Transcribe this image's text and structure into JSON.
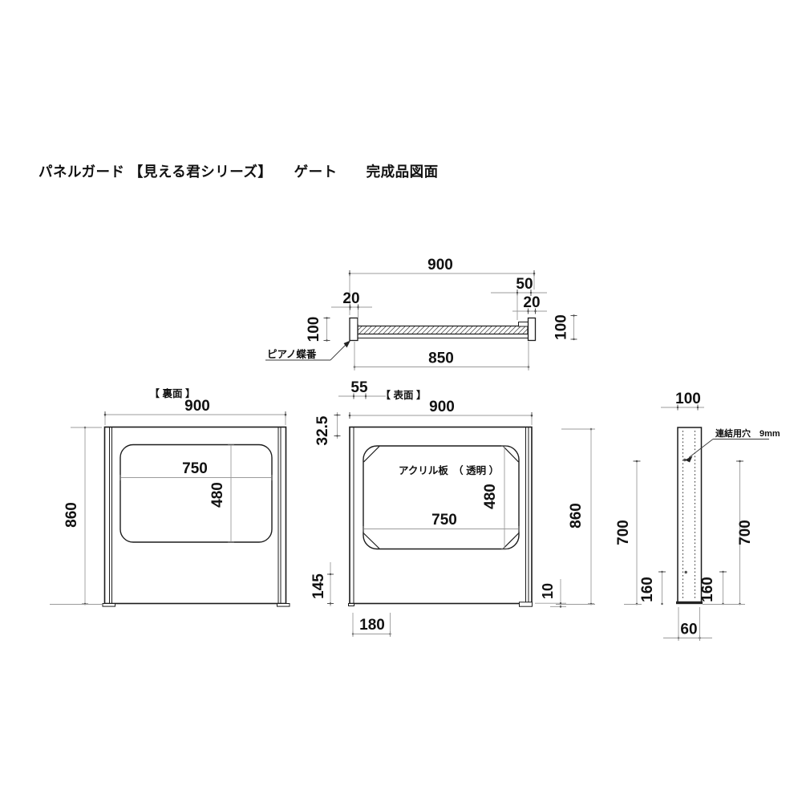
{
  "page": {
    "title": "パネルガード 【見える君シリーズ】　　ゲート　　完成品図面"
  },
  "top_view": {
    "dim_overall_width": "900",
    "dim_right_end": "50",
    "dim_left_cap": "20",
    "dim_right_cap": "20",
    "dim_height_left": "100",
    "dim_height_right": "100",
    "dim_inner_width": "850",
    "hinge_label": "ピアノ蝶番"
  },
  "back_view": {
    "label": "【 裏面 】",
    "dim_width": "900",
    "dim_height": "860",
    "dim_window_width": "750",
    "dim_window_height": "480"
  },
  "front_view": {
    "label": "【 表面 】",
    "dim_width": "900",
    "dim_height": "860",
    "dim_left_offset": "55",
    "dim_top_offset": "32.5",
    "dim_window_width": "750",
    "dim_window_height": "480",
    "dim_bottom_margin": "145",
    "dim_bottom_left": "180",
    "dim_foot": "10",
    "acrylic_label": "アクリル板　（ 透明 ）"
  },
  "side_view": {
    "dim_width": "100",
    "dim_hole_left": "700",
    "dim_hole_right": "700",
    "dim_hole_bottom_left": "160",
    "dim_hole_bottom_right": "160",
    "dim_bottom_width": "60",
    "hole_label": "連結用穴　9mm"
  }
}
